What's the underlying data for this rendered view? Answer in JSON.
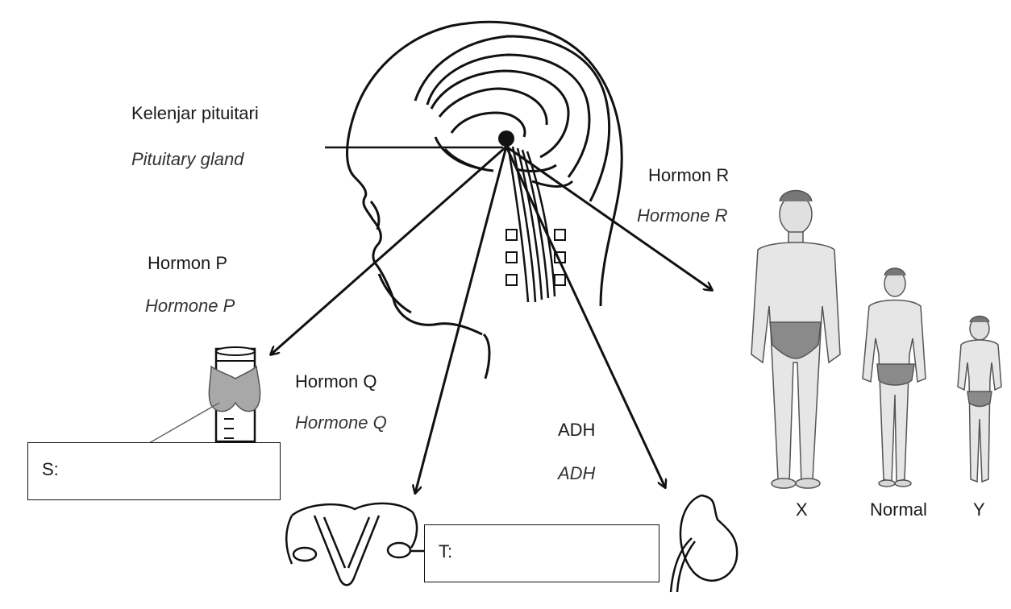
{
  "labels": {
    "pituitary_ms": "Kelenjar pituitari",
    "pituitary_en": "Pituitary gland",
    "hormone_r_ms": "Hormon R",
    "hormone_r_en": "Hormone R",
    "hormone_p_ms": "Hormon P",
    "hormone_p_en": "Hormone P",
    "hormone_q_ms": "Hormon Q",
    "hormone_q_en": "Hormone Q",
    "adh_ms": "ADH",
    "adh_en": "ADH"
  },
  "boxes": {
    "s_label": "S:",
    "t_label": "T:"
  },
  "figures": {
    "x_label": "X",
    "normal_label": "Normal",
    "y_label": "Y"
  }
}
